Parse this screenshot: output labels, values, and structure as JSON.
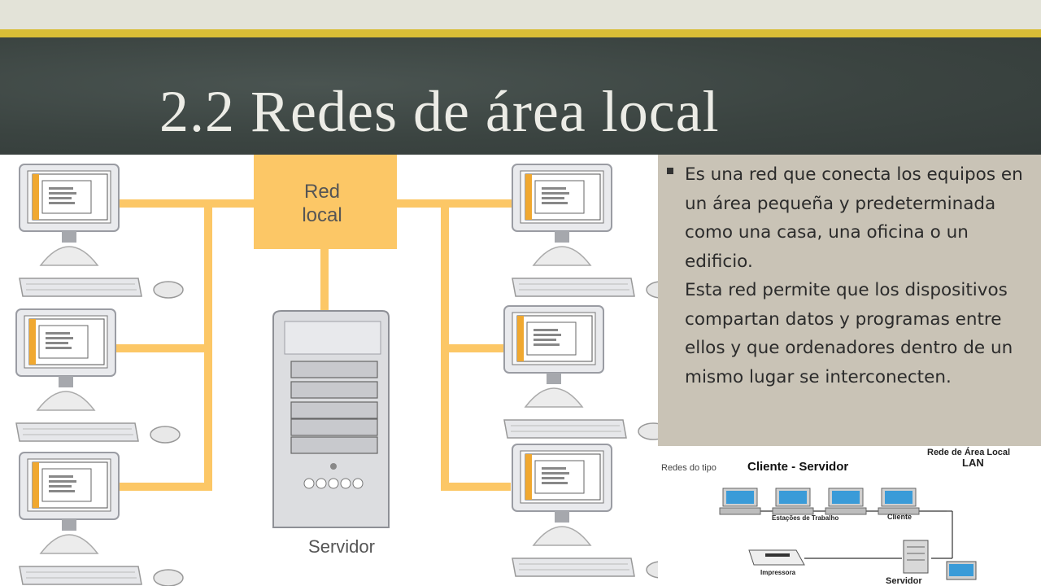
{
  "slide": {
    "title": "2.2 Redes de área local",
    "paragraphs": [
      "Es una red que conecta los equipos en un área pequeña y predeterminada como una casa, una oficina o un edificio.",
      "Esta red permite que los dispositivos compartan datos y programas entre ellos y que ordenadores dentro de un mismo lugar se interconecten."
    ]
  },
  "diagram_left": {
    "network_label_line1": "Red",
    "network_label_line2": "local",
    "server_label": "Servidor"
  },
  "diagram_right": {
    "heading_small": "Redes do tipo",
    "heading_big": "Cliente - Servidor",
    "corner_line1": "Rede de Área Local",
    "corner_line2": "LAN",
    "workstations_label": "Estações de Trabalho",
    "client_label": "Cliente",
    "printer_label": "Impressora",
    "server_label": "Servidor"
  },
  "colors": {
    "chalkboard": "#3d4643",
    "gold_accent": "#d9bd36",
    "network_orange": "#fcc766",
    "panel": "#c9c3b6"
  }
}
